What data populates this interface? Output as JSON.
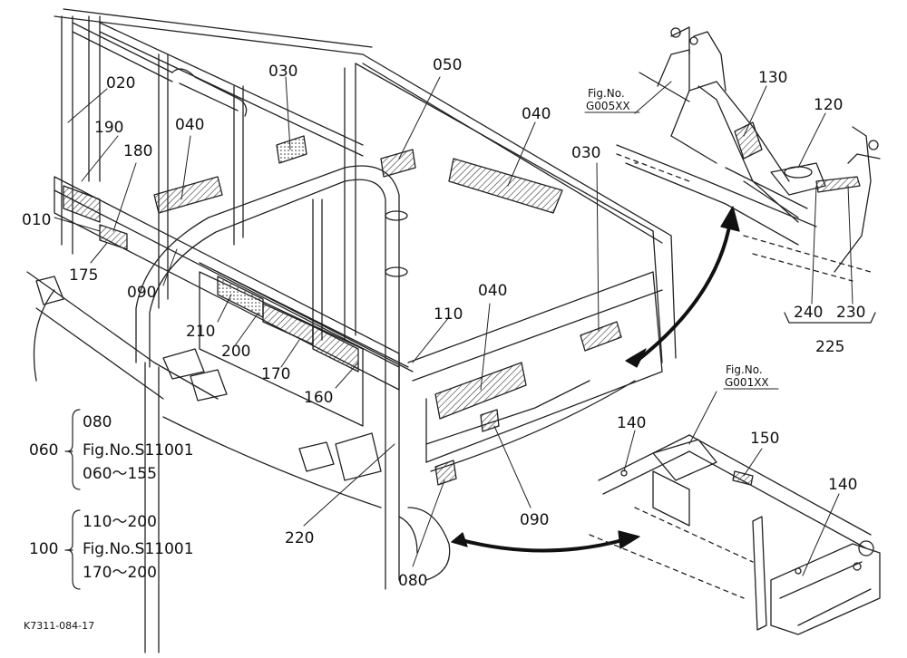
{
  "labels": {
    "p010": "010",
    "p020": "020",
    "p030a": "030",
    "p030b": "030",
    "p040a": "040",
    "p040b": "040",
    "p040c": "040",
    "p050": "050",
    "p080a": "080",
    "p080b": "080",
    "p090a": "090",
    "p090b": "090",
    "p110": "110",
    "p120": "120",
    "p130": "130",
    "p140a": "140",
    "p140b": "140",
    "p150": "150",
    "p160": "160",
    "p170": "170",
    "p175": "175",
    "p180": "180",
    "p190": "190",
    "p200": "200",
    "p210": "210",
    "p220": "220",
    "p225": "225",
    "p230": "230",
    "p240": "240"
  },
  "figrefs": {
    "g005_title": "Fig.No.",
    "g005_code": "G005XX",
    "g001_title": "Fig.No.",
    "g001_code": "G001XX"
  },
  "groups": {
    "g060": {
      "key": "060",
      "line1": "080",
      "line2": "Fig.No.S11001",
      "line3": "060～155"
    },
    "g100": {
      "key": "100",
      "line1": "110～200",
      "line2": "Fig.No.S11001",
      "line3": "170～200"
    }
  },
  "drawing_code": "K7311-084-17"
}
